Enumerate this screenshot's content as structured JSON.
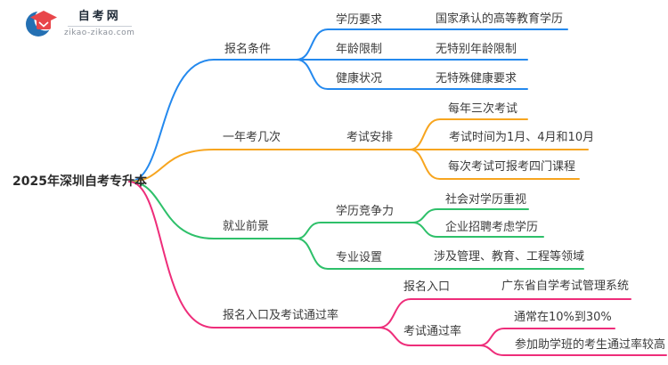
{
  "page": {
    "background": "#ffffff"
  },
  "logo": {
    "site_name": "自考网",
    "site_url_text": "zikao-zikao.com",
    "icon": "graduation-cap-crescent",
    "icon_colors": {
      "crescent_blue": "#2470b3",
      "cap_red": "#e8464a"
    }
  },
  "mindmap": {
    "root": {
      "label": "2025年深圳自考专升本"
    },
    "colors": {
      "branch_registration": "#2489ee",
      "branch_exam_frequency": "#f7a51f",
      "branch_employment": "#2ec06a",
      "branch_portal_passrate": "#ee2d7a",
      "text": "#3b3b3b"
    },
    "branches": [
      {
        "label": "报名条件",
        "color": "#2489ee",
        "children": [
          {
            "label": "学历要求",
            "children": [
              {
                "label": "国家承认的高等教育学历"
              }
            ]
          },
          {
            "label": "年龄限制",
            "children": [
              {
                "label": "无特别年龄限制"
              }
            ]
          },
          {
            "label": "健康状况",
            "children": [
              {
                "label": "无特殊健康要求"
              }
            ]
          }
        ]
      },
      {
        "label": "一年考几次",
        "color": "#f7a51f",
        "children": [
          {
            "label": "考试安排",
            "children": [
              {
                "label": "每年三次考试"
              },
              {
                "label": "考试时间为1月、4月和10月"
              },
              {
                "label": "每次考试可报考四门课程"
              }
            ]
          }
        ]
      },
      {
        "label": "就业前景",
        "color": "#2ec06a",
        "children": [
          {
            "label": "学历竞争力",
            "children": [
              {
                "label": "社会对学历重视"
              },
              {
                "label": "企业招聘考虑学历"
              }
            ]
          },
          {
            "label": "专业设置",
            "children": [
              {
                "label": "涉及管理、教育、工程等领域"
              }
            ]
          }
        ]
      },
      {
        "label": "报名入口及考试通过率",
        "color": "#ee2d7a",
        "children": [
          {
            "label": "报名入口",
            "children": [
              {
                "label": "广东省自学考试管理系统"
              }
            ]
          },
          {
            "label": "考试通过率",
            "children": [
              {
                "label": "通常在10%到30%"
              },
              {
                "label": "参加助学班的考生通过率较高"
              }
            ]
          }
        ]
      }
    ]
  }
}
